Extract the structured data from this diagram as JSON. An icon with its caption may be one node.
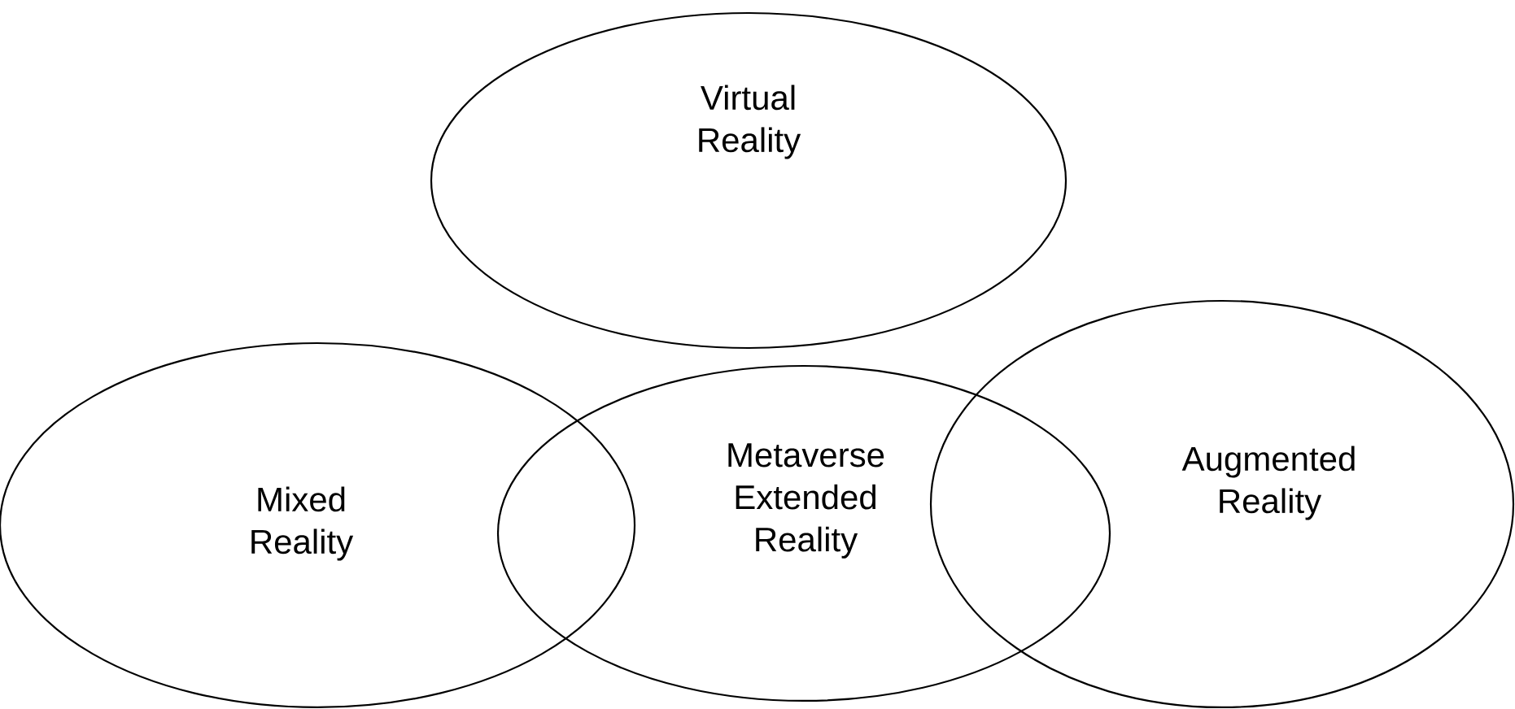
{
  "diagram": {
    "nodes": [
      {
        "text": [
          "Virtual Reality"
        ]
      },
      {
        "text": [
          "Mixed Reality"
        ]
      },
      {
        "text": [
          "Metaverse Extended Reality"
        ]
      },
      {
        "text": [
          "Augmented Reality"
        ]
      }
    ]
  }
}
